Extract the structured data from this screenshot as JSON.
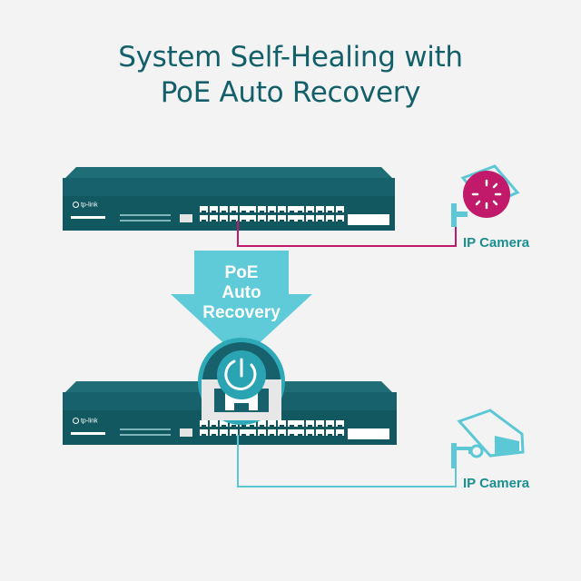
{
  "title": {
    "line1": "System Self-Healing with",
    "line2": "PoE Auto Recovery"
  },
  "arrow": {
    "line1": "PoE",
    "line2": "Auto",
    "line3": "Recovery"
  },
  "switches": [
    {
      "brand": "tp-link"
    },
    {
      "brand": "tp-link"
    }
  ],
  "cameras": [
    {
      "label": "IP Camera",
      "status": "loading"
    },
    {
      "label": "IP Camera",
      "status": "online"
    }
  ],
  "icons": [
    "power-recovery-icon",
    "loading-spinner-icon",
    "ip-camera-icon",
    "tp-link-logo-icon"
  ],
  "colors": {
    "title": "#14606a",
    "switch_body": "#16616b",
    "switch_panel": "#0e4f58",
    "arrow": "#5fcbd9",
    "fault_link": "#c21a6a",
    "ok_link": "#5cc8d6",
    "camera_label": "#1a8f8f"
  }
}
